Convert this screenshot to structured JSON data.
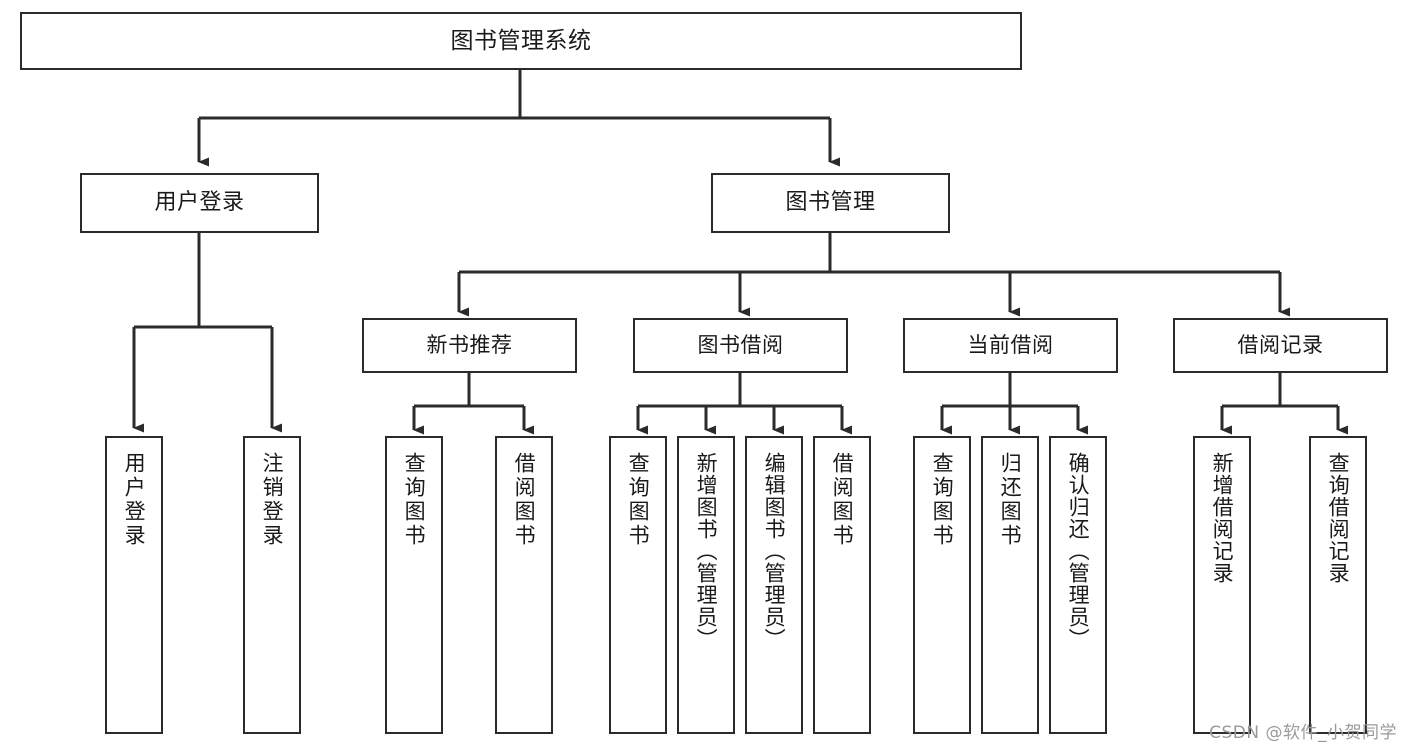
{
  "diagram": {
    "title": "图书管理系统",
    "type": "hierarchy-tree",
    "root": {
      "label": "图书管理系统"
    },
    "level1": [
      {
        "label": "用户登录"
      },
      {
        "label": "图书管理"
      }
    ],
    "level2": [
      {
        "label": "新书推荐"
      },
      {
        "label": "图书借阅"
      },
      {
        "label": "当前借阅"
      },
      {
        "label": "借阅记录"
      }
    ],
    "leaves": {
      "user_login": [
        {
          "label": "用户登录"
        },
        {
          "label": "注销登录"
        }
      ],
      "new_book_recommend": [
        {
          "label": "查询图书"
        },
        {
          "label": "借阅图书"
        }
      ],
      "book_borrow": [
        {
          "label": "查询图书"
        },
        {
          "label": "新增图书（管理员）"
        },
        {
          "label": "编辑图书（管理员）"
        },
        {
          "label": "借阅图书"
        }
      ],
      "current_borrow": [
        {
          "label": "查询图书"
        },
        {
          "label": "归还图书"
        },
        {
          "label": "确认归还（管理员）"
        }
      ],
      "borrow_record": [
        {
          "label": "新增借阅记录"
        },
        {
          "label": "查询借阅记录"
        }
      ]
    }
  },
  "watermark": {
    "text": "CSDN @软件_小贺同学"
  },
  "colors": {
    "stroke": "#2b2b2b",
    "background": "#ffffff",
    "text": "#1a1a1a",
    "watermark": "#9a9a9a"
  }
}
